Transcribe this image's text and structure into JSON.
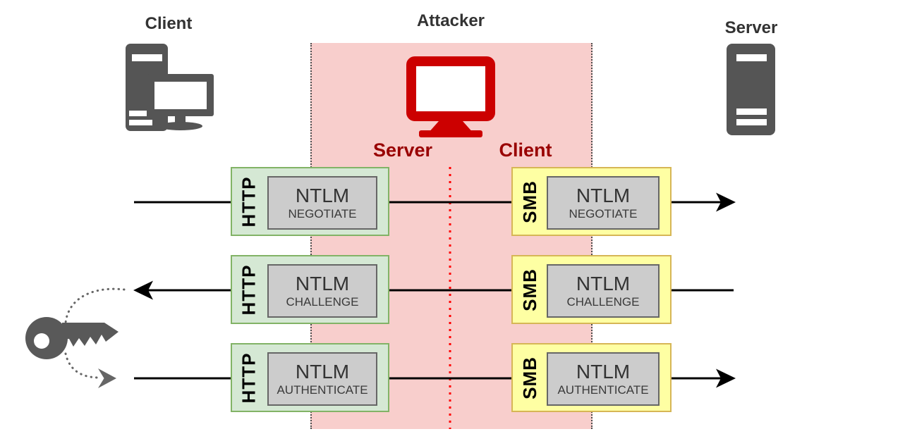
{
  "labels": {
    "client": "Client",
    "attacker": "Attacker",
    "server": "Server"
  },
  "attacker_zone": {
    "server_role_label": "Server",
    "client_role_label": "Client",
    "band_color": "#F8CECC",
    "divider_color": "#FF0000",
    "border_style": "dotted"
  },
  "rows": [
    {
      "name": "negotiate",
      "direction": "client-to-server",
      "left": {
        "protocol": "HTTP",
        "title": "NTLM",
        "subtitle": "NEGOTIATE"
      },
      "right": {
        "protocol": "SMB",
        "title": "NTLM",
        "subtitle": "NEGOTIATE"
      }
    },
    {
      "name": "challenge",
      "direction": "server-to-client",
      "left": {
        "protocol": "HTTP",
        "title": "NTLM",
        "subtitle": "CHALLENGE"
      },
      "right": {
        "protocol": "SMB",
        "title": "NTLM",
        "subtitle": "CHALLENGE"
      }
    },
    {
      "name": "authenticate",
      "direction": "client-to-server",
      "left": {
        "protocol": "HTTP",
        "title": "NTLM",
        "subtitle": "AUTHENTICATE"
      },
      "right": {
        "protocol": "SMB",
        "title": "NTLM",
        "subtitle": "AUTHENTICATE"
      }
    }
  ],
  "icons": {
    "client": "desktop-computer-icon",
    "attacker": "monitor-icon",
    "server": "server-tower-icon",
    "credential": "key-icon"
  },
  "colors": {
    "icon_gray": "#555555",
    "label_dark": "#333333",
    "attacker_red": "#CC0000",
    "role_label_red": "#990000",
    "http_box_fill": "#D5E8D4",
    "http_box_border": "#82B366",
    "smb_box_fill": "#FEFFA3",
    "smb_box_border": "#D6B656",
    "ntlm_box_fill": "#CCCCCC",
    "ntlm_box_border": "#666666",
    "flow_line": "#000000"
  }
}
